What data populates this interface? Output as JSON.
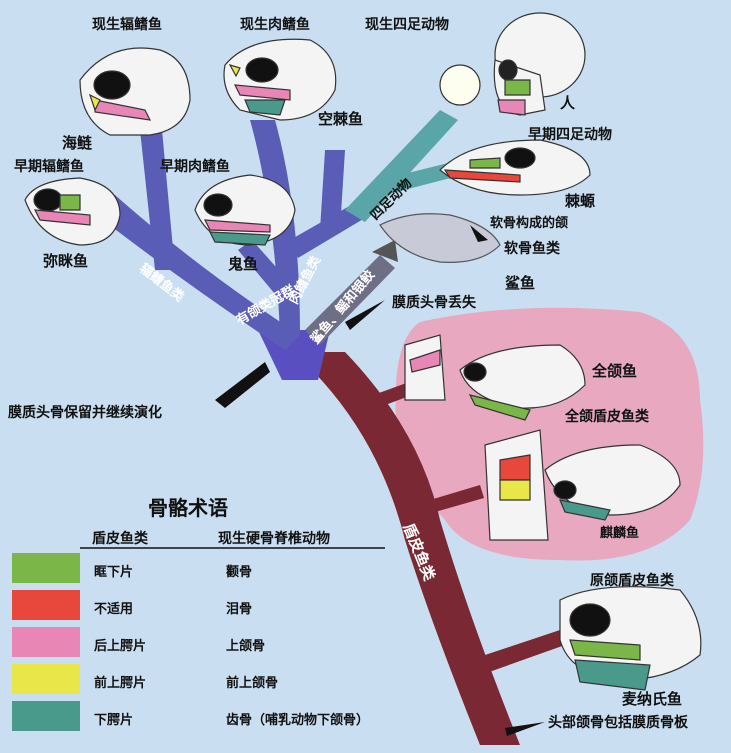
{
  "labels": {
    "modern_rayfin": "现生辐鳍鱼",
    "modern_lobefin": "现生肉鳍鱼",
    "modern_tetrapod": "现生四足动物",
    "sturgeon": "海鲢",
    "coelacanth": "空棘鱼",
    "human": "人",
    "early_tetrapod": "早期四足动物",
    "ichthyostega": "棘螈",
    "early_rayfin": "早期辐鳍鱼",
    "early_lobefin": "早期肉鳍鱼",
    "cartilage_jaw": "软骨构成的颌",
    "chondrichthyes": "软骨鱼类",
    "mimipiscis": "弥眯鱼",
    "guiyu": "鬼鱼",
    "shark": "鲨鱼",
    "dermal_lost": "膜质头骨丢失",
    "dermal_retained": "膜质头骨保留并继续演化",
    "entelognathus": "全颌鱼",
    "holo_placoderms": "全颌盾皮鱼类",
    "qilinyu": "麒麟鱼",
    "proto_placoderms": "原颌盾皮鱼类",
    "mcnamara": "麦纳氏鱼",
    "dermal_jaw": "头部颌骨包括膜质骨板"
  },
  "branches": {
    "rayfin": "辐鳍鱼类",
    "lobefin": "肉鳍鱼类",
    "tetrapods": "四足动物",
    "sharks": "鲨鱼、鳐和银鲛",
    "crown": "有颌类冠群",
    "placoderms": "盾皮鱼类"
  },
  "legend": {
    "title": "骨骼术语",
    "col_a": "盾皮鱼类",
    "col_b": "现生硬骨脊椎动物",
    "rows": [
      {
        "color": "#7ab648",
        "a": "眶下片",
        "b": "颧骨"
      },
      {
        "color": "#e8473b",
        "a": "不适用",
        "b": "泪骨"
      },
      {
        "color": "#e887b5",
        "a": "后上腭片",
        "b": "上颌骨"
      },
      {
        "color": "#e9e64a",
        "a": "前上腭片",
        "b": "前上颌骨"
      },
      {
        "color": "#4a9a8c",
        "a": "下腭片",
        "b": "齿骨（哺乳动物下颌骨）"
      }
    ]
  },
  "colors": {
    "blue_branch": "#5a5db5",
    "teal_branch": "#5aa5a8",
    "trunk": "#7a2833",
    "gray_branch": "#9a9aa0",
    "pink_bubble": "#e7a8c0",
    "background": "#c9dff1"
  }
}
